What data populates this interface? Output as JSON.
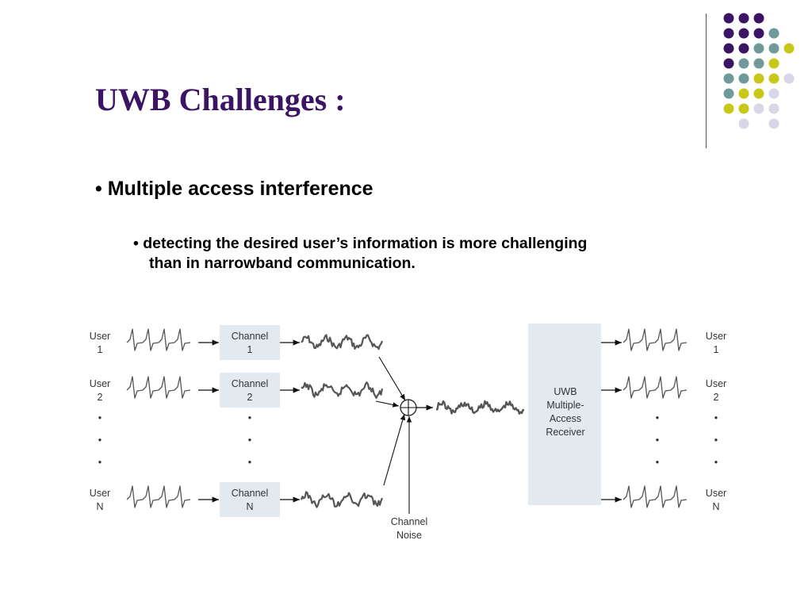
{
  "slide": {
    "title": "UWB Challenges :",
    "bullet1": "Multiple access interference",
    "bullet2_line1": "detecting the desired user’s information is more challenging",
    "bullet2_line2": "than in narrowband communication."
  },
  "decoration": {
    "colors": {
      "purple": "#3b1465",
      "teal": "#6e9a9a",
      "yellow": "#c9c818",
      "lavender": "#d7d7e7"
    }
  },
  "diagram": {
    "users_left": [
      {
        "word": "User",
        "index": "1"
      },
      {
        "word": "User",
        "index": "2"
      },
      {
        "word": "User",
        "index": "N"
      }
    ],
    "channels": [
      {
        "word": "Channel",
        "index": "1"
      },
      {
        "word": "Channel",
        "index": "2"
      },
      {
        "word": "Channel",
        "index": "N"
      }
    ],
    "receiver_lines": [
      "UWB",
      "Multiple-",
      "Access",
      "Receiver"
    ],
    "noise_lines": [
      "Channel",
      "Noise"
    ],
    "users_right": [
      {
        "word": "User",
        "index": "1"
      },
      {
        "word": "User",
        "index": "2"
      },
      {
        "word": "User",
        "index": "N"
      }
    ],
    "ellipsis": "•"
  }
}
